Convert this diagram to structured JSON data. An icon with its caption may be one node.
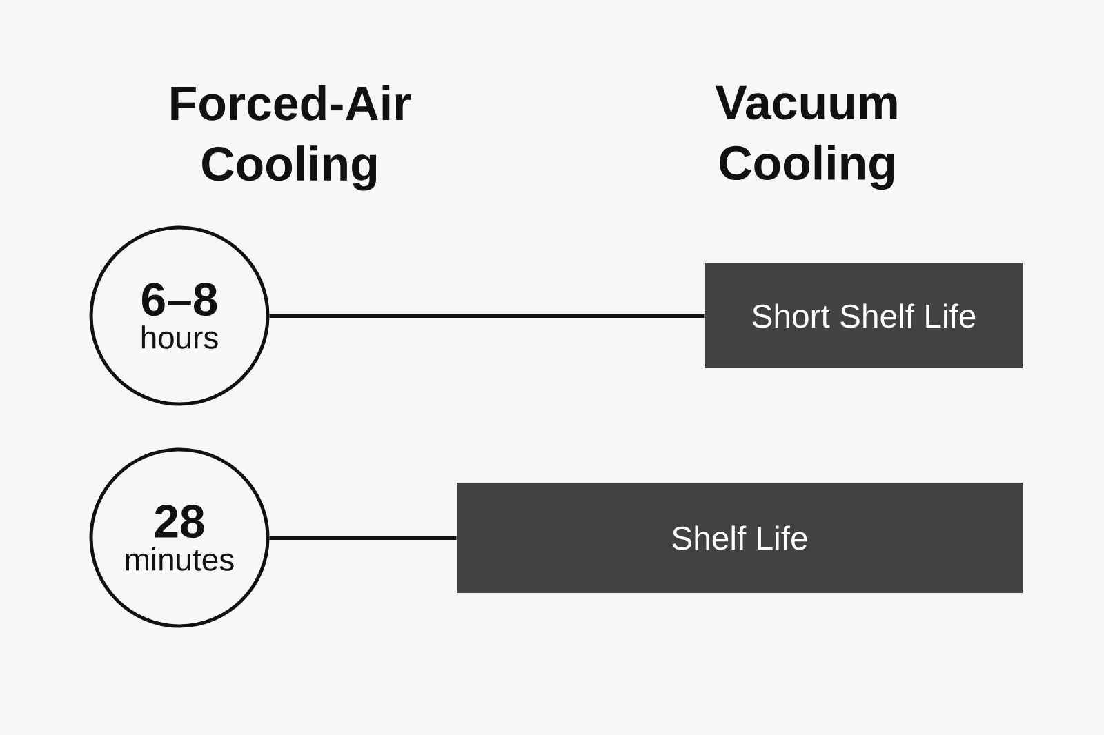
{
  "diagram": {
    "nodes": [
      {
        "text": [
          "6–8",
          "hours"
        ]
      },
      {
        "text": [
          "Short Shelf Life"
        ]
      },
      {
        "text": [
          "28",
          "minutes"
        ]
      },
      {
        "text": [
          "Shelf Life"
        ]
      }
    ],
    "edges": [
      {
        "from": 0,
        "to": 1,
        "arrow": "none"
      },
      {
        "from": 2,
        "to": 3,
        "arrow": "none"
      }
    ],
    "labels": [
      "Forced-Air Cooling",
      "Vacuum Cooling"
    ]
  }
}
